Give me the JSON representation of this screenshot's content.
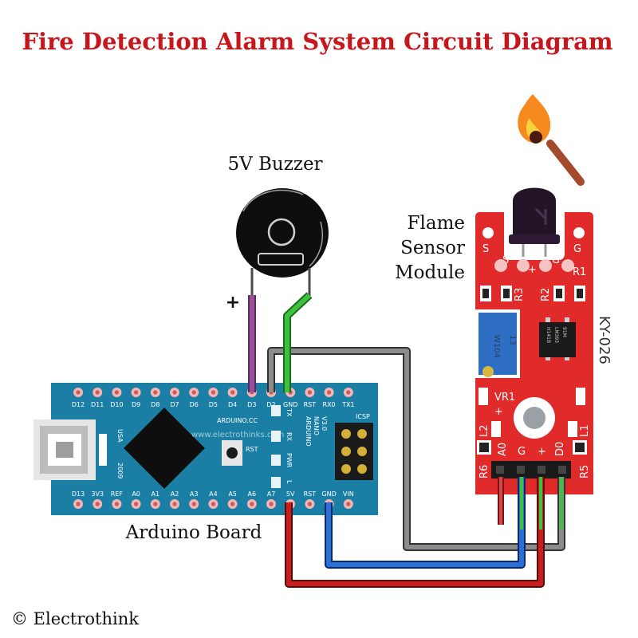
{
  "title": "Fire Detection Alarm System Circuit Diagram",
  "credit": "© Electrothink",
  "buzzer": {
    "label": "5V Buzzer",
    "plus": "+"
  },
  "sensor": {
    "label_line1": "Flame",
    "label_line2": "Sensor",
    "label_line3": "Module",
    "model": "KY-026",
    "top_s1": "S",
    "top_g1": "G",
    "top_s2": "S",
    "top_g2": "G",
    "top_plus": "+",
    "r1": "R1",
    "r2": "R2",
    "r3": "R3",
    "r5": "R5",
    "r6": "R6",
    "l1": "L1",
    "l2": "L2",
    "vr1": "VR1",
    "pins": [
      "A0",
      "G",
      "+",
      "D0"
    ],
    "pot_code": "W104",
    "pot_num": "13",
    "chip_text1": "H141B",
    "chip_text2": "LM393",
    "chip_text3": "91M"
  },
  "arduino": {
    "label": "Arduino Board",
    "top_pins": [
      "D12",
      "D11",
      "D10",
      "D9",
      "D8",
      "D7",
      "D6",
      "D5",
      "D4",
      "D3",
      "D2",
      "GND",
      "RST",
      "RX0",
      "TX1"
    ],
    "bottom_pins": [
      "D13",
      "3V3",
      "REF",
      "A0",
      "A1",
      "A2",
      "A3",
      "A4",
      "A5",
      "A6",
      "A7",
      "5V",
      "RST",
      "GND",
      "VIN"
    ],
    "brand": "ARDUINO.CC",
    "model_line1": "ARDUINO",
    "model_line2": "NANO",
    "model_line3": "V3.0",
    "usa": "USA",
    "year": "2009",
    "rst": "RST",
    "icsp": "ICSP",
    "led_tx": "TX",
    "led_rx": "RX",
    "led_pwr": "PWR",
    "led_l": "L",
    "watermark": "www.electrothinks.com"
  },
  "colors": {
    "title": "#c8161d",
    "board_blue": "#1b7fa5",
    "sensor_red": "#e12a2a",
    "wire_purple": "#9b4f9a",
    "wire_green": "#3cc23c",
    "wire_gray": "#8c8c8c",
    "wire_red": "#c81e1e",
    "wire_blue": "#2a6fd8"
  }
}
